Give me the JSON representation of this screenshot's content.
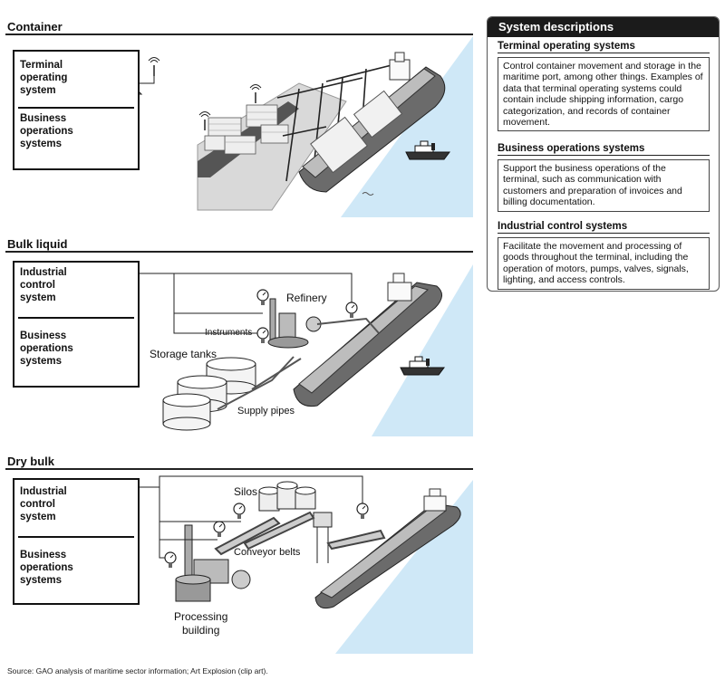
{
  "sections": {
    "container": {
      "title": "Container",
      "top_label": "Terminal\noperating\nsystem",
      "bottom_label": "Business\noperations\nsystems"
    },
    "bulk_liquid": {
      "title": "Bulk liquid",
      "top_label": "Industrial\ncontrol\nsystem",
      "bottom_label": "Business\noperations\nsystems",
      "labels": {
        "refinery": "Refinery",
        "instruments": "Instruments",
        "storage_tanks": "Storage tanks",
        "supply_pipes": "Supply pipes"
      }
    },
    "dry_bulk": {
      "title": "Dry bulk",
      "top_label": "Industrial\ncontrol\nsystem",
      "bottom_label": "Business\noperations\nsystems",
      "labels": {
        "silos": "Silos",
        "conveyor_belts": "Conveyor belts",
        "processing_building": "Processing\nbuilding"
      }
    }
  },
  "descriptions": {
    "header": "System descriptions",
    "items": [
      {
        "title": "Terminal operating systems",
        "text": "Control container movement and storage in the maritime port, among other things. Examples of data that terminal operating systems could contain include shipping information, cargo categorization, and records of container movement."
      },
      {
        "title": "Business operations systems",
        "text": "Support the business operations of the terminal, such as communication with customers and preparation of invoices and billing documentation."
      },
      {
        "title": "Industrial control systems",
        "text": "Facilitate the movement and processing of goods throughout the terminal, including the operation of motors, pumps, valves, signals, lighting, and access controls."
      }
    ]
  },
  "source": "Source: GAO analysis of maritime sector information; Art Explosion (clip art).",
  "colors": {
    "water": "#cfe8f7",
    "ship_hull": "#6b6b6b",
    "ship_deck": "#bdbdbd",
    "dock": "#d6d6d6",
    "header_bg": "#1b1b1b"
  }
}
